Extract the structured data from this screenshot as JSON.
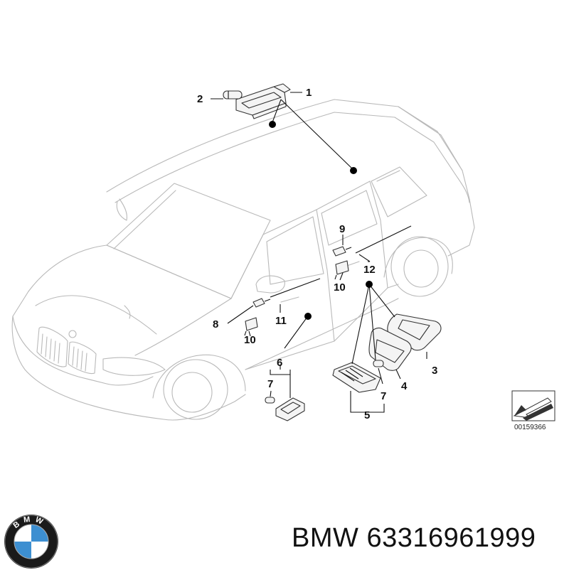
{
  "callouts": {
    "c1": "1",
    "c2": "2",
    "c3": "3",
    "c4": "4",
    "c5": "5",
    "c6": "6",
    "c7a": "7",
    "c7b": "7",
    "c8": "8",
    "c9": "9",
    "c10a": "10",
    "c10b": "10",
    "c11": "11",
    "c12": "12"
  },
  "doc_number": "00159366",
  "caption": {
    "brand": "BMW",
    "part_number": "63316961999"
  },
  "logo": {
    "letters": "BMW",
    "blue": "#3d8fd1",
    "ring": "#1a1a1a"
  },
  "colors": {
    "car_outline": "#b9b9b9",
    "part_outline": "#333333",
    "text": "#111111"
  }
}
